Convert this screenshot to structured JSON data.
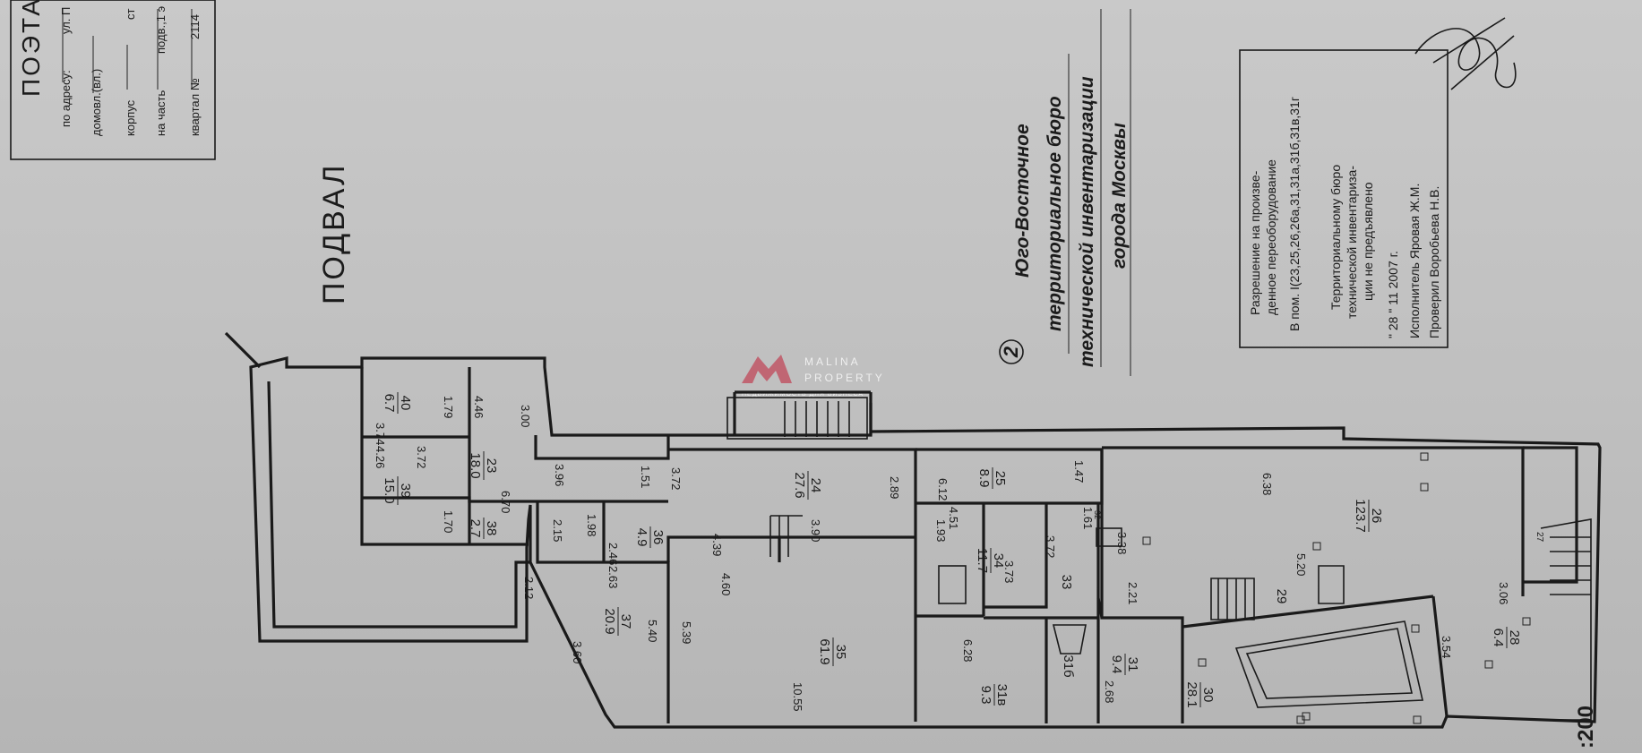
{
  "header": {
    "title_fragment": "ПОЭТА",
    "address_label": "по адресу:",
    "address_value": "ул. П",
    "building_label": "домовл.(вл.)",
    "corpus_label": "корпус",
    "corpus_value": "ст",
    "part_label": "на часть",
    "part_value": "подв.,1 э",
    "quarter_label": "квартал №",
    "quarter_value": "2114"
  },
  "floor_label": "ПОДВАЛ",
  "stamp": {
    "number": "2",
    "lines": [
      "Юго-Восточное",
      "территориальное бюро",
      "технической инвентаризации",
      "города Москвы"
    ]
  },
  "permit": {
    "lines": [
      "Разрешение на произве-",
      "денное переоборудование",
      "В пом. I(23,25,26,26а,31,31а,31б,31в,31г",
      "Территориальному бюро",
      "технической инвентариза-",
      "ции не предъявлено",
      "\" 28    \"     11     2007    г.",
      "Исполнитель  Яровая Ж.М.",
      "Проверил  Воробьева  Н.В."
    ]
  },
  "watermark": {
    "brand_line1": "MALINA",
    "brand_line2": "PROPERTY",
    "tagline": "НЕДВИЖИМОСТЬ ДЛЯ БИЗНЕСА"
  },
  "scale": ":200",
  "rooms": [
    {
      "id": "40",
      "area": "6.7"
    },
    {
      "id": "39",
      "area": "15.0"
    },
    {
      "id": "38",
      "area": "2.7"
    },
    {
      "id": "23",
      "area": "18.0"
    },
    {
      "id": "36",
      "area": "4.9"
    },
    {
      "id": "37",
      "area": "20.9"
    },
    {
      "id": "24",
      "area": "27.6"
    },
    {
      "id": "35",
      "area": "61.9"
    },
    {
      "id": "25",
      "area": "8.9"
    },
    {
      "id": "34",
      "area": "11.7"
    },
    {
      "id": "33",
      "area": ""
    },
    {
      "id": "31в",
      "area": "9.3"
    },
    {
      "id": "31б",
      "area": ""
    },
    {
      "id": "31",
      "area": "9.4"
    },
    {
      "id": "30",
      "area": "28.1"
    },
    {
      "id": "29",
      "area": ""
    },
    {
      "id": "26",
      "area": "123.7"
    },
    {
      "id": "28",
      "area": "6.4"
    }
  ],
  "dimensions": [
    "3.74",
    "1.79",
    "4.46",
    "4.26",
    "3.72",
    "3.00",
    "1.70",
    "6.70",
    "3.96",
    "1.51",
    "2.15",
    "1.98",
    "2.46",
    "2.63",
    "3.72",
    "2.12",
    "4.39",
    "3.90",
    "2.89",
    "4.60",
    "5.40",
    "3.60",
    "5.39",
    "10.55",
    "6.12",
    "1.47",
    "4.51",
    "1.93",
    "1.61",
    "3.73",
    "3.72",
    "3.38",
    "6.28",
    "2.21",
    "2.68",
    "6.38",
    "5.20",
    "3.06",
    "3.54",
    "27",
    "32"
  ]
}
